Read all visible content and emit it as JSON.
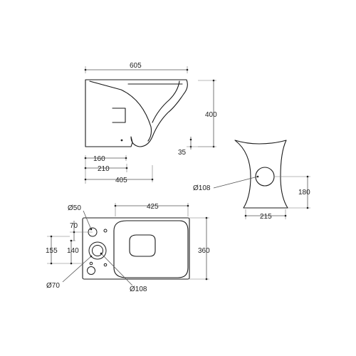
{
  "dimensions": {
    "overall_length": "605",
    "height": "400",
    "outlet_height": "35",
    "outlet_offset_a": "160",
    "outlet_offset_b": "210",
    "fixing_depth": "405",
    "inlet_diameter_rear": "Ø108",
    "inlet_height": "180",
    "rear_width": "215",
    "hole_small": "Ø50",
    "bowl_length": "425",
    "hole_spacing_top": "70",
    "hole_offset_1": "155",
    "hole_offset_2": "140",
    "footprint_depth": "360",
    "hole_medium": "Ø70",
    "inlet_diameter_plan": "Ø108"
  }
}
